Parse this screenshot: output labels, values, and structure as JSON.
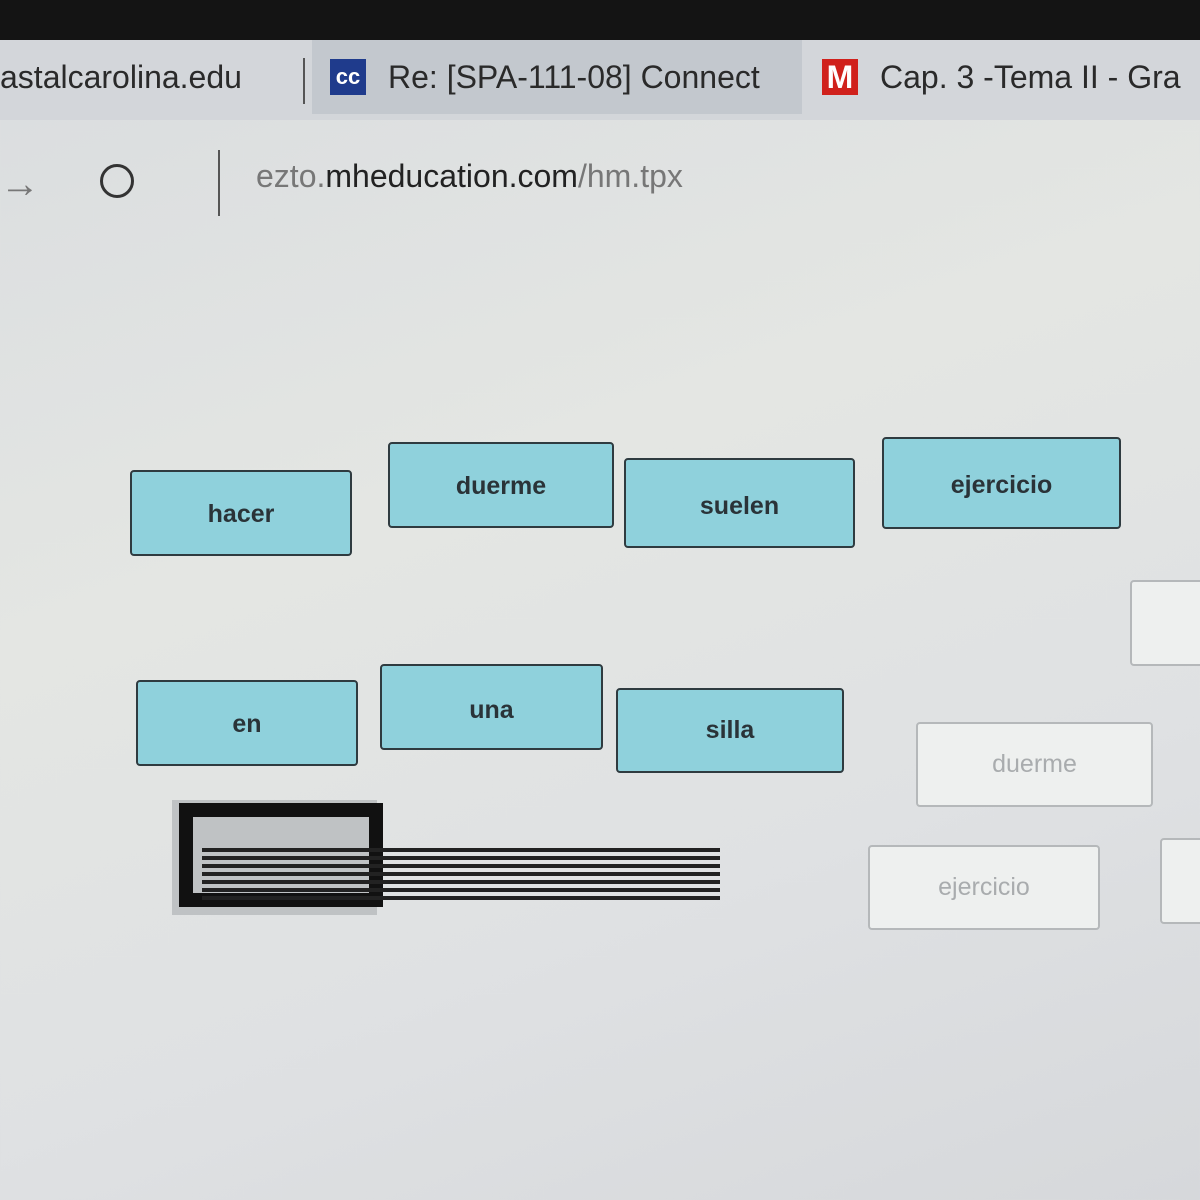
{
  "browser": {
    "tabs": [
      {
        "label": "astalcarolina.edu"
      },
      {
        "label": "Re: [SPA-111-08] Connect",
        "icon": "cc-icon",
        "icon_text": "cc"
      },
      {
        "label": "Cap. 3 -Tema II - Gra",
        "icon": "mcgraw-hill-icon",
        "icon_text": "M"
      }
    ],
    "url_prefix": "ezto.",
    "url_domain": "mheducation.com",
    "url_path": "/hm.tpx"
  },
  "word_tiles": [
    "hacer",
    "duerme",
    "suelen",
    "ejercicio",
    "en",
    "una",
    "silla"
  ],
  "drop_zones": [
    "duerme",
    "ejercicio"
  ],
  "colors": {
    "tile": "#8fd1dc",
    "tab_m": "#d0211c",
    "tab_cc": "#1f3b8c"
  }
}
